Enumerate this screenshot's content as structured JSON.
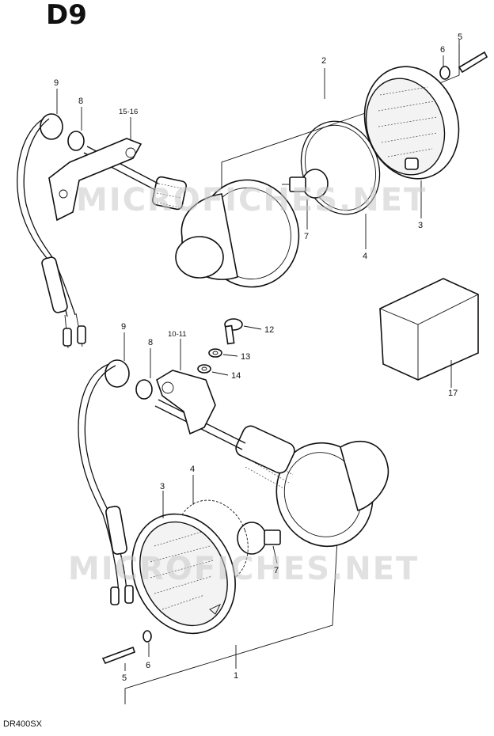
{
  "figure_number": "D9",
  "model_code": "DR400SX",
  "watermark": "MICROFICHES.NET",
  "part_labels": {
    "p1": "1",
    "p2": "2",
    "p3_top": "3",
    "p3_bottom": "3",
    "p4_top": "4",
    "p4_bottom": "4",
    "p5_top": "5",
    "p5_bottom": "5",
    "p6_top": "6",
    "p6_bottom": "6",
    "p7_top": "7",
    "p7_bottom": "7",
    "p8_top": "8",
    "p8_bottom": "8",
    "p9_top": "9",
    "p9_bottom": "9",
    "p10_11": "10-11",
    "p12": "12",
    "p13": "13",
    "p14": "14",
    "p15_16": "15-16",
    "p17": "17"
  }
}
